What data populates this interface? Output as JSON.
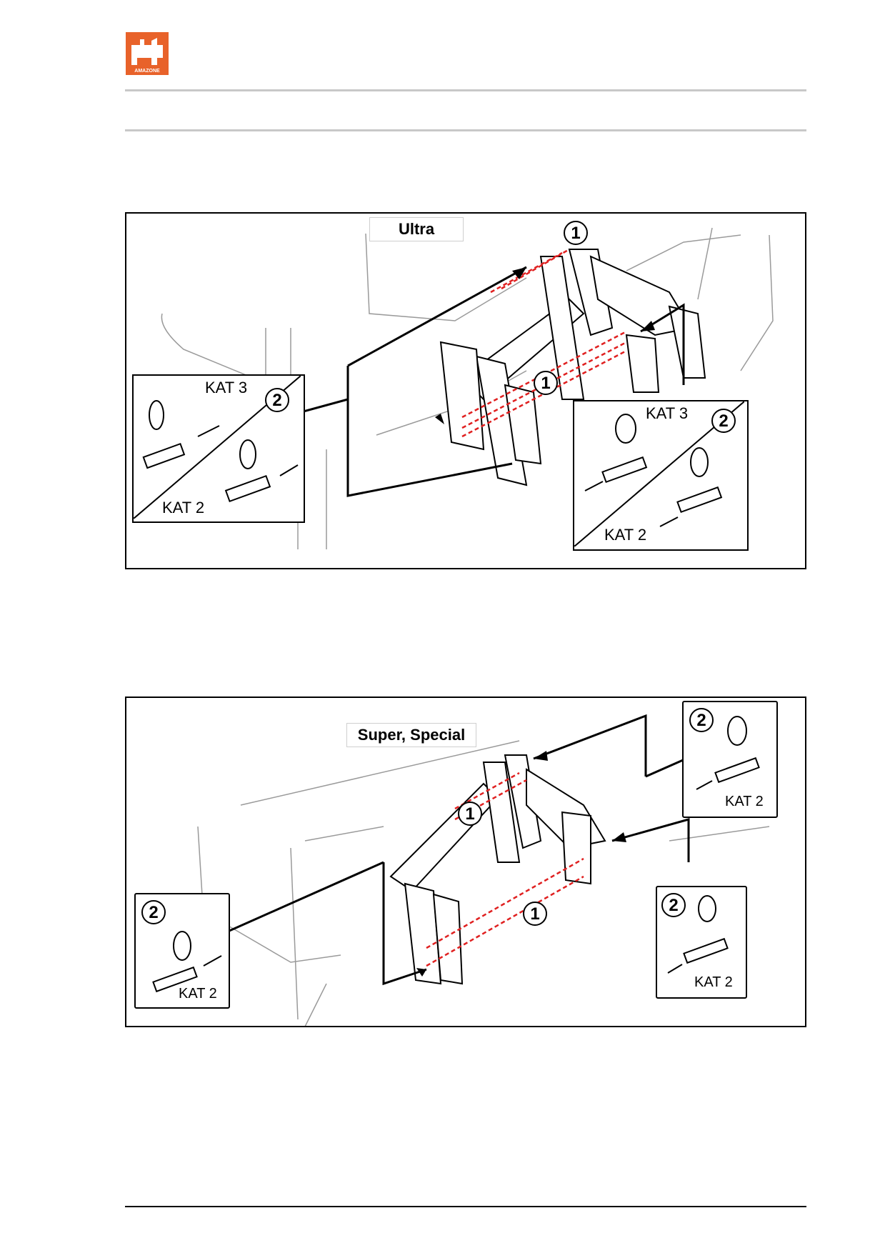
{
  "brand": {
    "name": "AMAZONE",
    "color": "#e8622a"
  },
  "figure1": {
    "title": "Ultra",
    "callouts": [
      "1",
      "1",
      "2",
      "2"
    ],
    "left_inset": {
      "top_label": "KAT 3",
      "bottom_label": "KAT 2"
    },
    "right_inset": {
      "top_label": "KAT 3",
      "bottom_label": "KAT 2"
    }
  },
  "figure2": {
    "title": "Super, Special",
    "callouts": [
      "1",
      "1",
      "2",
      "2",
      "2"
    ],
    "left_inset": {
      "label": "KAT 2"
    },
    "right_top_inset": {
      "label": "KAT 2"
    },
    "right_bottom_inset": {
      "label": "KAT 2"
    }
  }
}
